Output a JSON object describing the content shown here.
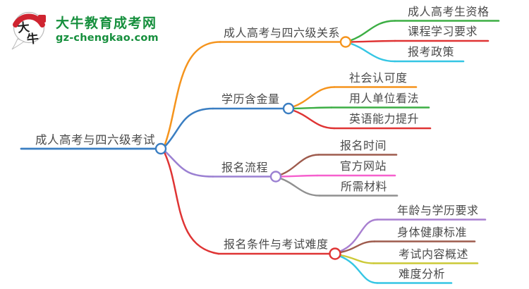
{
  "brand": {
    "name": "大牛教育成考网",
    "domain": "gz-chengkao.com",
    "bubble_char_1": "大",
    "bubble_char_2": "牛",
    "green": "#168f3d",
    "red": "#cf2430"
  },
  "mindmap": {
    "text_color": "#4a4a4a",
    "root": {
      "label": "成人高考与四六级考试",
      "color": "#3a7ec2"
    },
    "branches": [
      {
        "label": "成人高考与四六级关系",
        "color": "#f5941d",
        "children": [
          {
            "label": "成人高考生资格",
            "color": "#3cae44"
          },
          {
            "label": "课程学习要求",
            "color": "#df3434"
          },
          {
            "label": "报考政策",
            "color": "#35c6e4"
          }
        ]
      },
      {
        "label": "学历含金量",
        "color": "#3a7ec2",
        "children": [
          {
            "label": "社会认可度",
            "color": "#f5941d"
          },
          {
            "label": "用人单位看法",
            "color": "#3cae44"
          },
          {
            "label": "英语能力提升",
            "color": "#df3434"
          }
        ]
      },
      {
        "label": "报名流程",
        "color": "#9b80d2",
        "children": [
          {
            "label": "报名时间",
            "color": "#9e5b4d"
          },
          {
            "label": "官方网站",
            "color": "#f660ce"
          },
          {
            "label": "所需材料",
            "color": "#909090"
          }
        ]
      },
      {
        "label": "报名条件与考试难度",
        "color": "#df3434",
        "children": [
          {
            "label": "年龄与学历要求",
            "color": "#a87fd0"
          },
          {
            "label": "身体健康标准",
            "color": "#9e5b4d"
          },
          {
            "label": "考试内容概述",
            "color": "#ccc936"
          },
          {
            "label": "难度分析",
            "color": "#35c6e4"
          }
        ]
      }
    ]
  }
}
